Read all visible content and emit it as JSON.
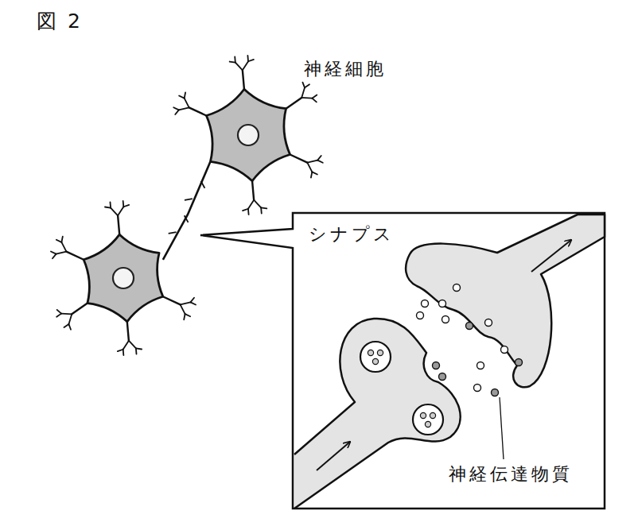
{
  "diagram": {
    "title": "図 2",
    "nodes": [
      {
        "text": [
          "シナプス",
          "神経伝達物質"
        ]
      }
    ],
    "labels": [
      "神経細胞"
    ]
  }
}
